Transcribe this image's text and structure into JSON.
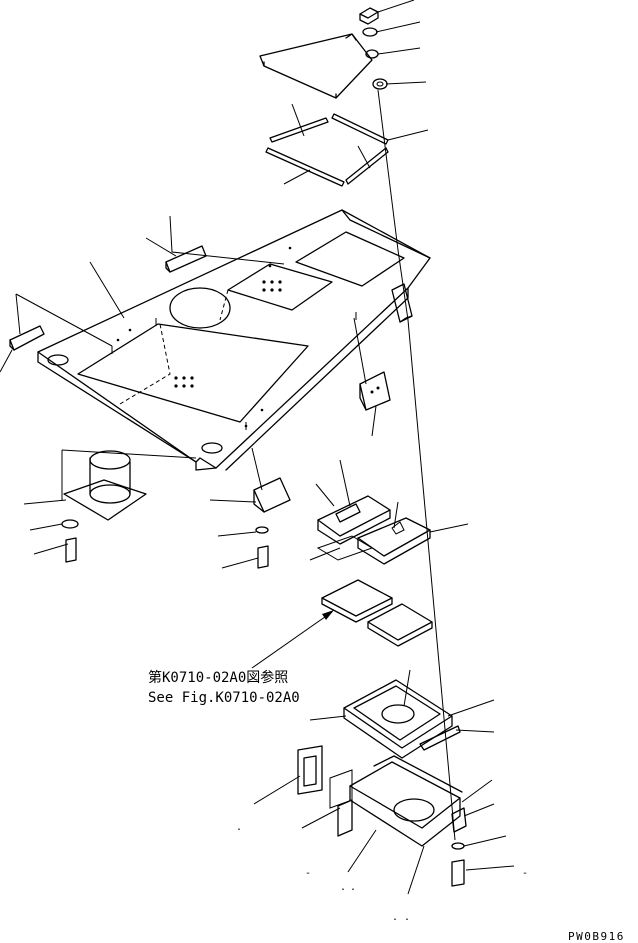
{
  "reference": {
    "line_jp": "第K0710-02A0図参照",
    "line_en": "See Fig.K0710-02A0"
  },
  "drawing_code": "PW0B916",
  "small_marks": [
    "-",
    "-",
    ".",
    ".",
    ".",
    ". ."
  ]
}
